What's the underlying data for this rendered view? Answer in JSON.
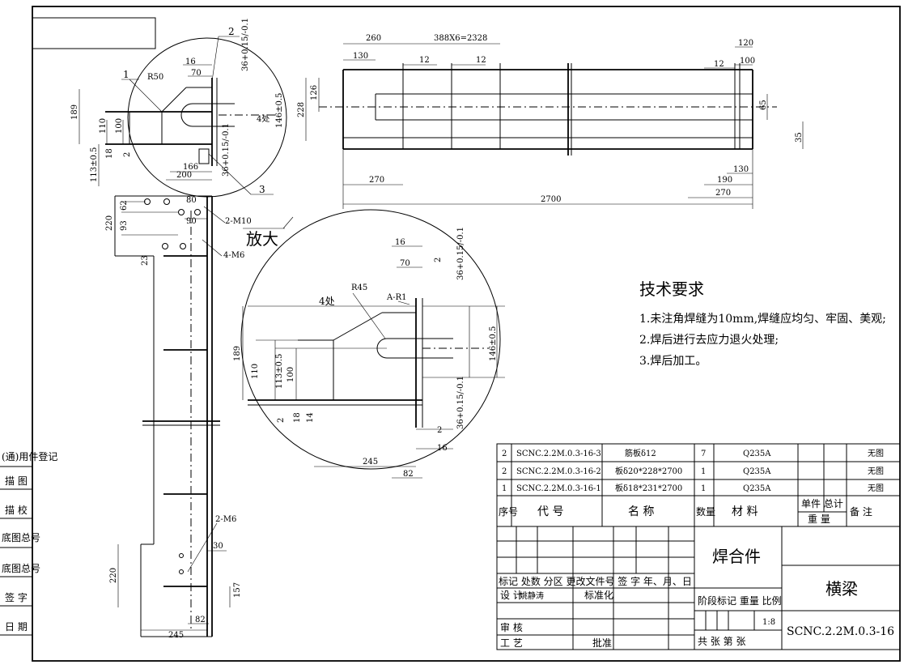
{
  "views": {
    "detail_markers": [
      "1",
      "2",
      "3"
    ],
    "zoom_label": "放大",
    "top_detail_dims": [
      "16",
      "70",
      "R50",
      "189",
      "110",
      "100",
      "18",
      "2",
      "113±0.5",
      "166",
      "200",
      "36+0.15/-0.1",
      "36+0.15/-0.1",
      "4处",
      "146±0.5"
    ],
    "big_detail_dims": [
      "16",
      "70",
      "2",
      "36+0.15/-0.1",
      "R45",
      "4处",
      "A-R1",
      "189",
      "110",
      "113±0.5",
      "100",
      "146±0.5",
      "2",
      "18",
      "14",
      "36+0.15/-0.1",
      "2",
      "16",
      "245",
      "82"
    ],
    "side_view_dims": [
      "62",
      "93",
      "80",
      "90",
      "220",
      "23",
      "2-M10",
      "4-M6",
      "2-M6",
      "30",
      "220",
      "157",
      "82",
      "245"
    ],
    "front_view_dims": [
      "260",
      "388X6=2328",
      "130",
      "12",
      "12",
      "120",
      "100",
      "12",
      "228",
      "126",
      "65",
      "35",
      "270",
      "190",
      "130",
      "270",
      "2700"
    ]
  },
  "tech_requirements": {
    "title": "技术要求",
    "items": [
      "1.未注角焊缝为10mm,焊缝应均匀、牢固、美观;",
      "2.焊后进行去应力退火处理;",
      "3.焊后加工。"
    ]
  },
  "left_strip": [
    "(通)用件登记",
    "描  图",
    "描  校",
    "底图总号",
    "底图总号",
    "签  字",
    "日  期"
  ],
  "bom": {
    "rows": [
      {
        "seq": "2",
        "code": "SCNC.2.2M.0.3-16-3",
        "name": "筋板δ12",
        "qty": "7",
        "material": "Q235A",
        "note": "无图"
      },
      {
        "seq": "2",
        "code": "SCNC.2.2M.0.3-16-2",
        "name": "板δ20*228*2700",
        "qty": "1",
        "material": "Q235A",
        "note": "无图"
      },
      {
        "seq": "1",
        "code": "SCNC.2.2M.0.3-16-1",
        "name": "板δ18*231*2700",
        "qty": "1",
        "material": "Q235A",
        "note": "无图"
      }
    ],
    "header": {
      "seq": "序号",
      "code": "代  号",
      "name": "名  称",
      "qty": "数量",
      "material": "材  料",
      "weight_top": "单件 总计",
      "weight_bottom": "重  量",
      "note": "备  注"
    }
  },
  "title_block": {
    "assembly": "焊合件",
    "part_name": "横梁",
    "drawing_no": "SCNC.2.2M.0.3-16",
    "scale": "1:8",
    "revision_header": "标记 处数  分区  更改文件号  签  字 年、月、日",
    "design_label": "设  计",
    "designer": "姚静涛",
    "standardize_label": "标准化",
    "stage_header": "阶段标记  重量  比例",
    "review_label": "审  核",
    "process_label": "工  艺",
    "approve_label": "批准",
    "sheet_text": "共    张  第    张"
  }
}
